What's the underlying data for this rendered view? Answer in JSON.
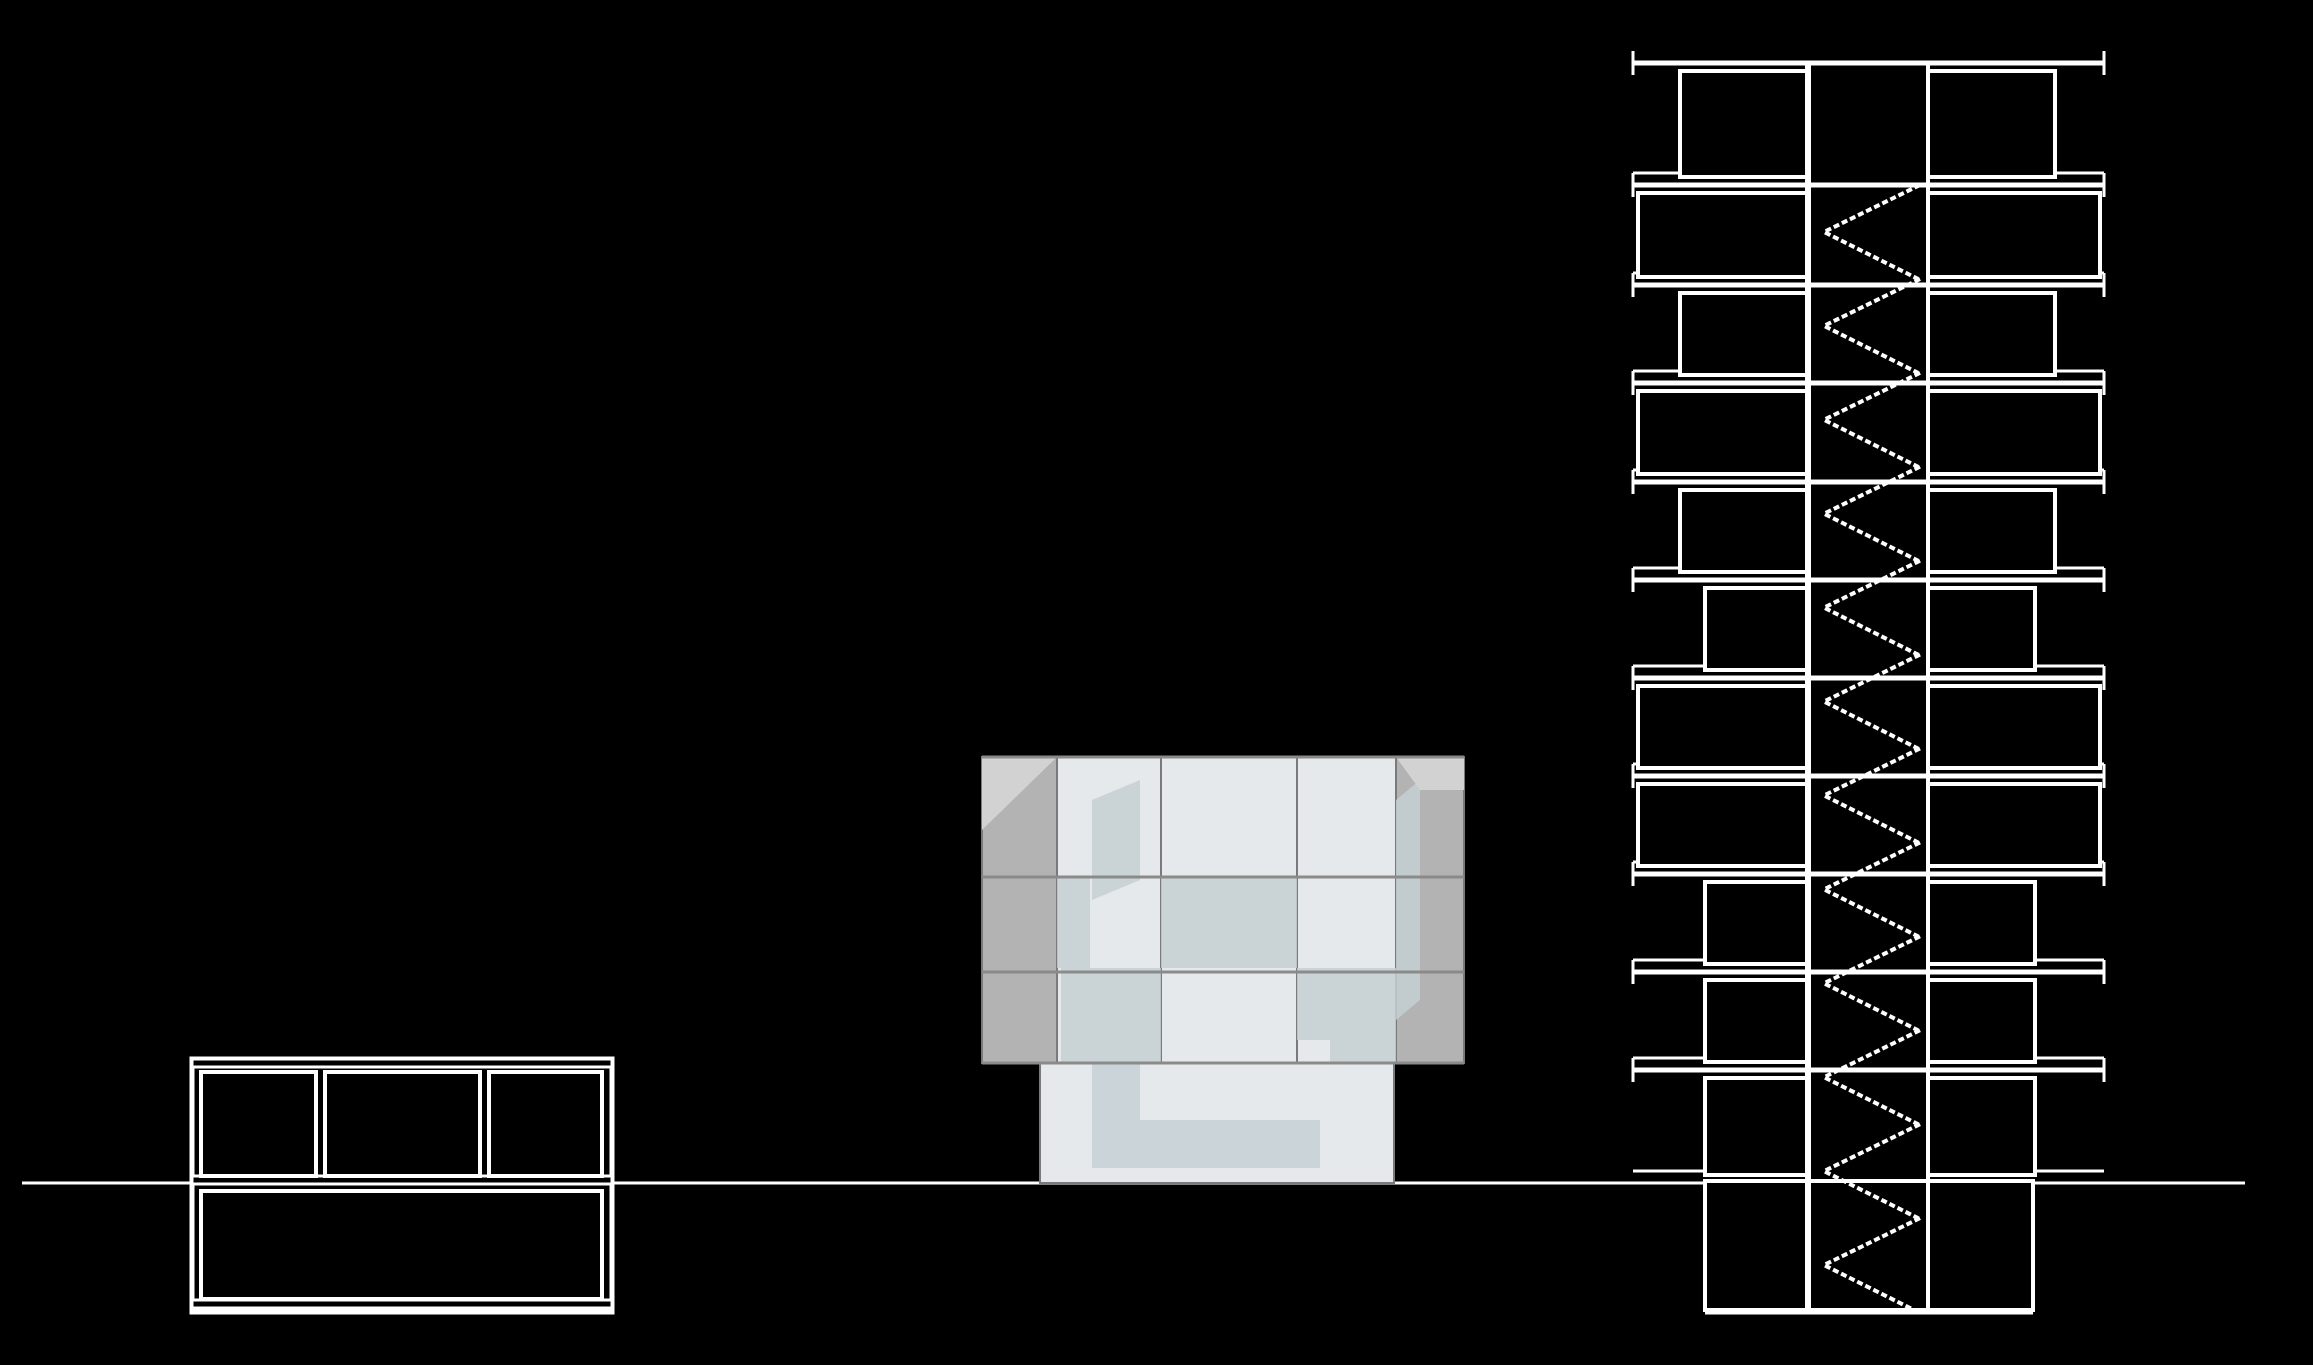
{
  "drawing": {
    "background_color": "#000000",
    "line_color": "#ffffff",
    "glass_light_color": "#e6e9eb",
    "glass_tint_color": "#c4d0d4",
    "glass_shadow_color": "#b3b3b3",
    "glass_mullion_color": "#7a7a7a"
  },
  "buildings": {
    "low_block": {
      "floors_above_ground": 1,
      "basement_levels": 1,
      "bays": 3
    },
    "glass_pavilion": {
      "upper_floors": 3,
      "bays": 5
    },
    "tower": {
      "floors_above_ground": 11,
      "basement_levels": 1,
      "stair_flights": 12
    }
  }
}
